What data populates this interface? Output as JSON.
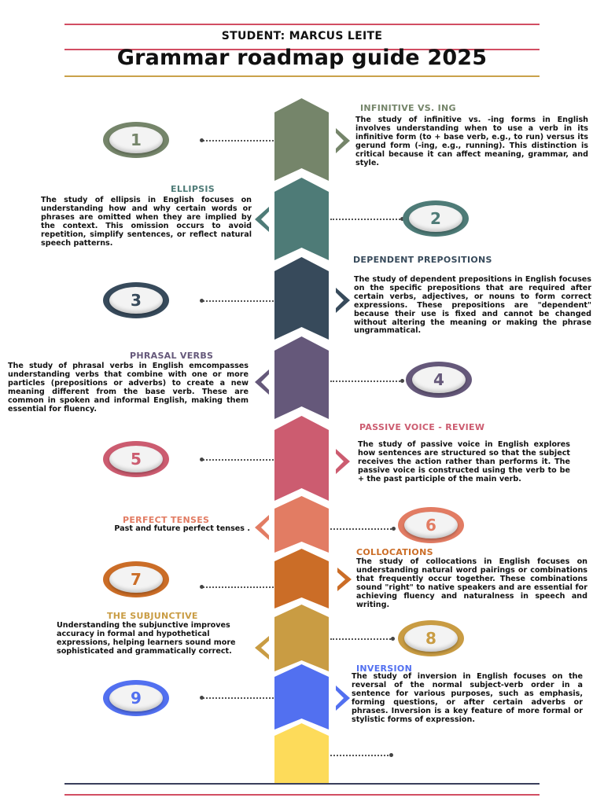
{
  "header": {
    "student": "STUDENT: MARCUS LEITE",
    "title": "Grammar roadmap guide 2025"
  },
  "colors": {
    "red_line": "#d24e63",
    "gold_line": "#c9a14a",
    "navy_line": "#3a3f5c"
  },
  "steps": [
    {
      "number": "1",
      "color": "#75856a",
      "title": "INFINITIVE VS. ING",
      "body": "The study of infinitive vs. -ing forms in English involves understanding when to use a verb in its infinitive form (to + base verb, e.g., to run) versus its gerund form (-ing, e.g., running). This distinction is critical because it can affect meaning, grammar, and style."
    },
    {
      "number": "2",
      "color": "#4e7b77",
      "title": "ELLIPSIS",
      "body": "The study of ellipsis in English focuses on understanding how and why certain words or phrases are omitted when they are implied by the context. This omission occurs to avoid repetition, simplify sentences, or reflect natural speech patterns."
    },
    {
      "number": "3",
      "color": "#374a5b",
      "title": "DEPENDENT PREPOSITIONS",
      "body": "The study of dependent prepositions in English focuses on the specific prepositions that are required after certain verbs, adjectives, or nouns to form correct expressions. These prepositions are \"dependent\" because their use is fixed and cannot be changed without altering the meaning or making the phrase ungrammatical."
    },
    {
      "number": "4",
      "color": "#65587a",
      "title": "PHRASAL VERBS",
      "body": "The study of phrasal verbs in English emcompasses understanding verbs that combine with one or more particles (prepositions or adverbs) to create a new meaning different from the base verb. These are common in spoken and informal English, making them essential for fluency."
    },
    {
      "number": "5",
      "color": "#cc5c70",
      "title": "PASSIVE VOICE - REVIEW",
      "body": "The study of passive voice in English explores how sentences are structured so that the subject receives the action rather than performs it. The passive voice is constructed using the verb to be + the past participle of the main verb."
    },
    {
      "number": "6",
      "color": "#e27c63",
      "title": "PERFECT  TENSES",
      "body": "Past  and future perfect tenses ."
    },
    {
      "number": "7",
      "color": "#cb6d27",
      "title": "COLLOCATIONS",
      "body": "The study of collocations in English focuses on understanding natural word pairings or combinations that frequently occur together. These combinations sound \"right\" to native speakers and are essential for achieving fluency and naturalness in speech and writing."
    },
    {
      "number": "8",
      "color": "#c99c43",
      "title": "THE SUBJUNCTIVE",
      "body": "Understanding the subjunctive improves accuracy in formal and hypothetical expressions, helping learners sound more sophisticated and grammatically correct."
    },
    {
      "number": "9",
      "color": "#5270f0",
      "title": "INVERSION",
      "body": "The study of inversion in English focuses on the reversal of the normal subject-verb order in a sentence for various purposes, such as emphasis, forming questions, or after certain adverbs or phrases. Inversion is a key feature of more formal or stylistic forms of expression."
    },
    {
      "number": "",
      "color": "#fddb5a",
      "title": "",
      "body": ""
    }
  ]
}
